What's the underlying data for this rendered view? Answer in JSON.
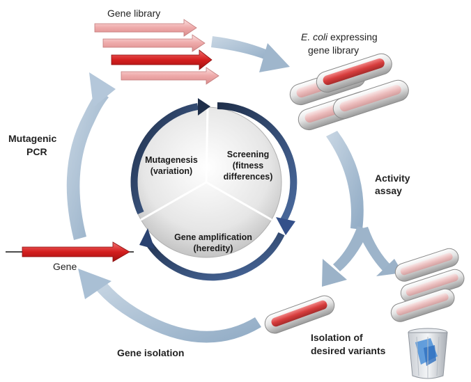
{
  "labels": {
    "gene_library": "Gene library",
    "ecoli_italic": "E. coli",
    "ecoli_rest": " expressing",
    "ecoli_line2": "gene library",
    "activity_line1": "Activity",
    "activity_line2": "assay",
    "isolation_line1": "Isolation of",
    "isolation_line2": "desired variants",
    "gene_isolation": "Gene isolation",
    "gene": "Gene",
    "mutagenic_line1": "Mutagenic",
    "mutagenic_line2": "PCR"
  },
  "cycle": {
    "mutagenesis_line1": "Mutagenesis",
    "mutagenesis_line2": "(variation)",
    "screening_line1": "Screening",
    "screening_line2": "(fitness",
    "screening_line3": "differences)",
    "amplification_line1": "Gene amplification",
    "amplification_line2": "(heredity)"
  },
  "icons": [
    "recycle-bin-icon"
  ],
  "colors": {
    "outer_arrow": "#a9bfd4",
    "inner_arrow": "#2f4b75",
    "gene_red": "#d42424",
    "variant_pink": "#f0b5b5"
  }
}
